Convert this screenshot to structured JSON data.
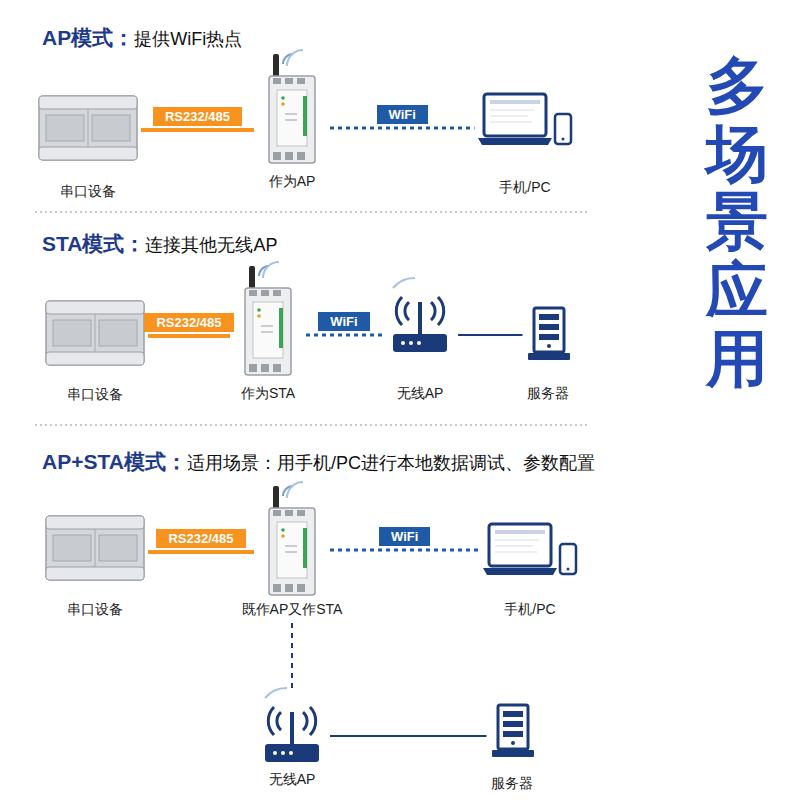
{
  "diagram": {
    "title": "多场景应用",
    "nodes": [
      {
        "text": [
          "串口设备"
        ]
      },
      {
        "text": [
          "作为AP"
        ]
      },
      {
        "text": [
          "手机/PC"
        ]
      },
      {
        "text": [
          "串口设备"
        ]
      },
      {
        "text": [
          "作为STA"
        ]
      },
      {
        "text": [
          "无线AP"
        ]
      },
      {
        "text": [
          "服务器"
        ]
      },
      {
        "text": [
          "串口设备"
        ]
      },
      {
        "text": [
          "既作AP又作STA"
        ]
      },
      {
        "text": [
          "手机/PC"
        ]
      },
      {
        "text": [
          "无线AP"
        ]
      },
      {
        "text": [
          "服务器"
        ]
      }
    ],
    "edges": [
      {
        "from": 0,
        "to": 1,
        "label": "RS232/485",
        "arrow": "none"
      },
      {
        "from": 1,
        "to": 2,
        "label": "WiFi",
        "arrow": "none"
      },
      {
        "from": 3,
        "to": 4,
        "label": "RS232/485",
        "arrow": "none"
      },
      {
        "from": 4,
        "to": 5,
        "label": "WiFi",
        "arrow": "none"
      },
      {
        "from": 5,
        "to": 6,
        "arrow": "none"
      },
      {
        "from": 7,
        "to": 8,
        "label": "RS232/485",
        "arrow": "none"
      },
      {
        "from": 8,
        "to": 9,
        "label": "WiFi",
        "arrow": "none"
      },
      {
        "from": 8,
        "to": 10,
        "arrow": "none"
      },
      {
        "from": 10,
        "to": 11,
        "arrow": "none"
      }
    ],
    "labels": [
      "AP模式：",
      "提供WiFi热点",
      "STA模式：",
      "连接其他无线AP",
      "AP+STA模式：",
      "适用场景：用手机/PC进行本地数据调试、参数配置"
    ]
  }
}
